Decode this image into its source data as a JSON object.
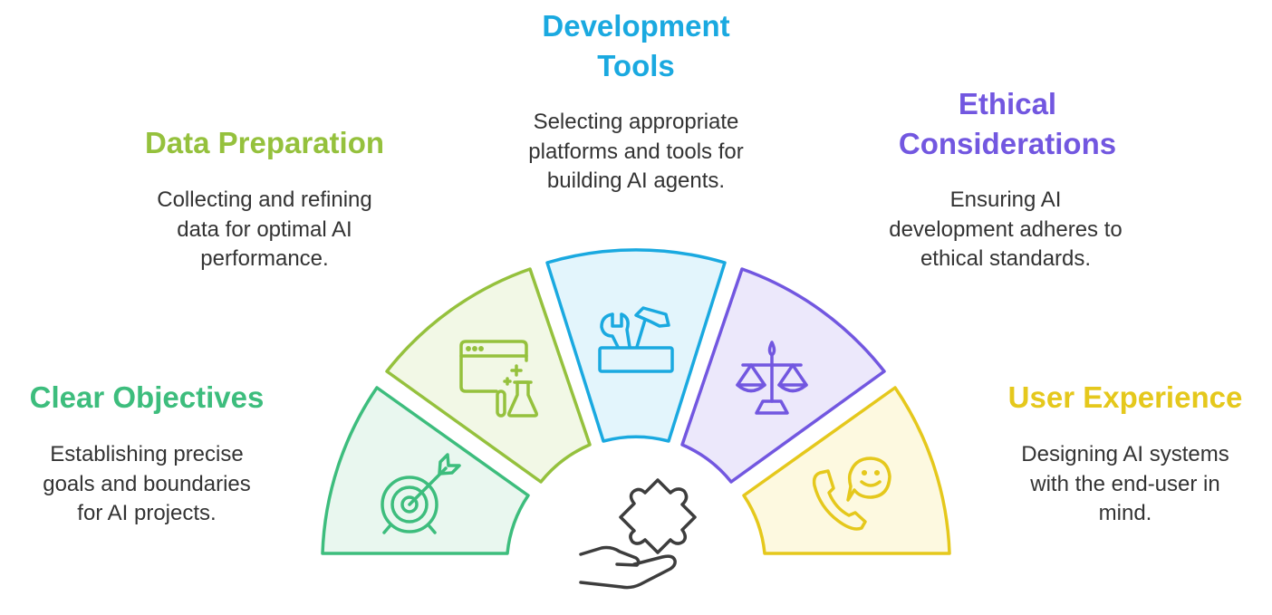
{
  "segments": [
    {
      "id": "clear-objectives",
      "title": "Clear Objectives",
      "description": "Establishing precise\ngoals and boundaries\nfor AI projects.",
      "color": "#3dbd7d",
      "fill": "#e9f7ef",
      "icon": "target-icon"
    },
    {
      "id": "data-preparation",
      "title": "Data Preparation",
      "description": "Collecting and refining\ndata for optimal AI\nperformance.",
      "color": "#95c13d",
      "fill": "#f2f8e6",
      "icon": "browser-lab-icon"
    },
    {
      "id": "development-tools",
      "title": "Development\nTools",
      "description": "Selecting appropriate\nplatforms and tools for\nbuilding AI agents.",
      "color": "#1aa9e0",
      "fill": "#e3f5fc",
      "icon": "toolbox-icon"
    },
    {
      "id": "ethical-considerations",
      "title": "Ethical\nConsiderations",
      "description": "Ensuring AI\ndevelopment adheres to\nethical standards.",
      "color": "#7257e0",
      "fill": "#ece8fb",
      "icon": "scales-icon"
    },
    {
      "id": "user-experience",
      "title": "User Experience",
      "description": "Designing AI systems\nwith the end-user in\nmind.",
      "color": "#e5c81c",
      "fill": "#fdf9e0",
      "icon": "phone-smile-icon"
    }
  ],
  "center_icon": "hand-puzzle-icon",
  "text_color": "#333333"
}
